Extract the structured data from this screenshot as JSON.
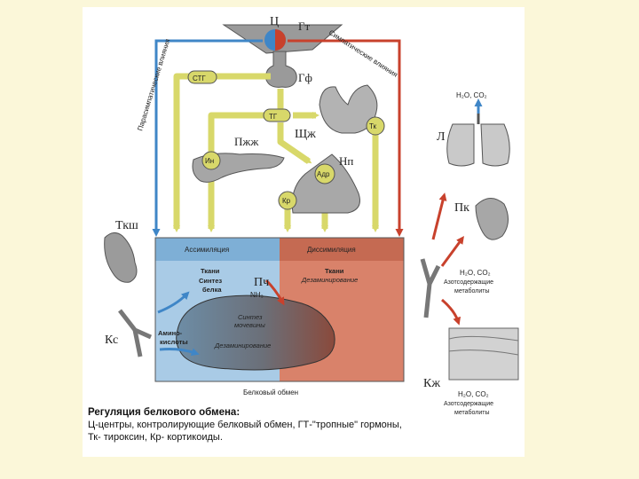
{
  "labels": {
    "c": "Ц",
    "gt": "Гт",
    "gf": "Гф",
    "stg": "СТГ",
    "tg": "ТГ",
    "shzh": "Щж",
    "tk": "Тк",
    "pzh": "Пжж",
    "in": "Ин",
    "np": "Нп",
    "adr": "Адр",
    "kr": "Кр",
    "tksh": "Ткш",
    "ks": "Кс",
    "pch": "Пч",
    "l": "Л",
    "pk": "Пк",
    "kzh": "Кж"
  },
  "influences": {
    "parasympathetic": "Парасимпатические влияния",
    "sympathetic": "Симпатические влияния"
  },
  "panel": {
    "assimilation": "Ассимиляция",
    "dissimilation": "Диссимиляция",
    "tissues_left": "Ткани",
    "synthesis_protein_1": "Синтез",
    "synthesis_protein_2": "белка",
    "tissues_right": "Ткани",
    "deamination_right": "Дезаминирование",
    "nh3": "NH₃",
    "urea_1": "Синтез",
    "urea_2": "мочевины",
    "amino_1": "Амино-",
    "amino_2": "кислоты",
    "deamination_center": "Дезаминирование",
    "protein_exchange": "Белковый обмен"
  },
  "outputs": {
    "lungs": "H₂O, CO₂",
    "kidney_1": "H₂O, CO₂",
    "kidney_2": "Азотсодержащие",
    "kidney_3": "метаболиты",
    "skin_1": "H₂O, CO₂",
    "skin_2": "Азотсодержащие",
    "skin_3": "метаболиты"
  },
  "caption": {
    "title": "Регуляция белкового обмена:",
    "line1": "Ц-центры, контролирующие белковый обмен, ГТ-\"тропные\" гормоны,",
    "line2": "Тк- тироксин, Кр- кортикоиды."
  },
  "colors": {
    "yellow_path": "#d8d86a",
    "blue_path": "#3f86c7",
    "red_path": "#c8412c",
    "assimilation_bg": "#a9cbe6",
    "dissimilation_bg": "#d9826a"
  }
}
